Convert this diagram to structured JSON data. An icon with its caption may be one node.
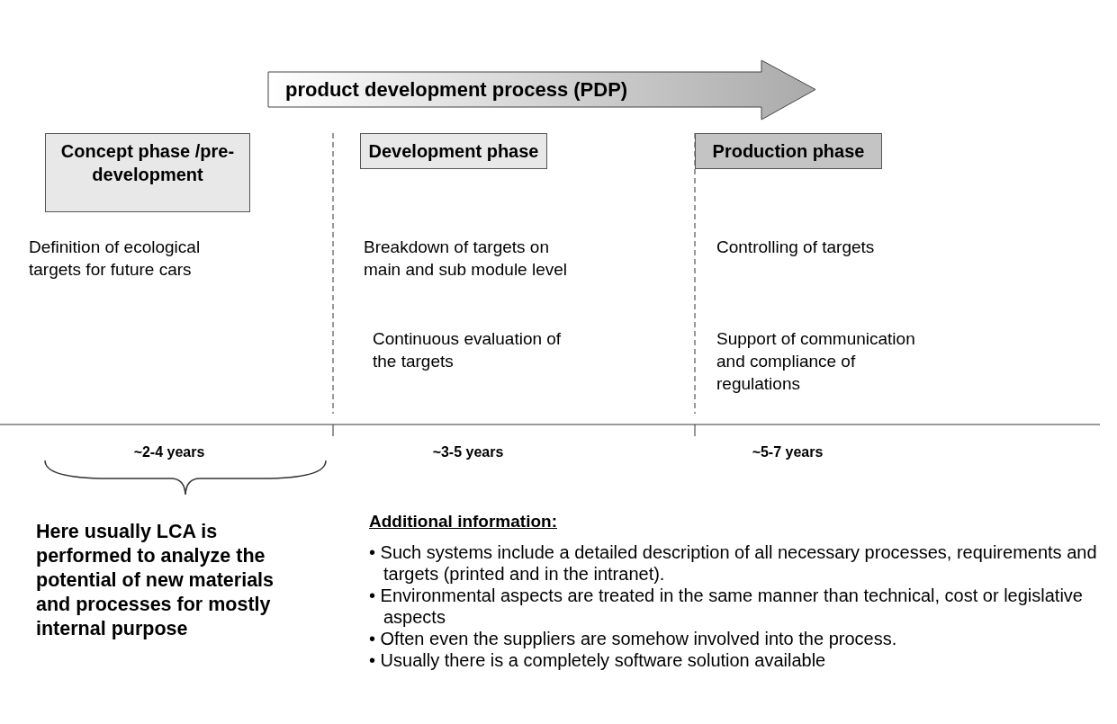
{
  "diagram": {
    "nodes": [
      {
        "text": [
          "product development process (PDP)"
        ]
      },
      {
        "text": [
          "Concept phase /pre-development"
        ]
      },
      {
        "text": [
          "Development phase"
        ]
      },
      {
        "text": [
          "Production phase"
        ]
      }
    ],
    "labels": [
      "Definition of ecological targets for future cars",
      "Breakdown of targets on main and sub module level",
      "Controlling of targets",
      "Continuous evaluation of the targets",
      "Support of communication and compliance of regulations",
      "~2-4 years",
      "~3-5 years",
      "~5-7 years",
      "Here usually LCA is performed to analyze the potential of new materials and processes for mostly internal purpose",
      "Additional information:",
      "• Such systems include a detailed description of all necessary processes, requirements and targets (printed and in the intranet).",
      "• Environmental aspects are treated in the same manner than technical, cost or legislative aspects",
      "• Often even the suppliers are somehow involved into the process.",
      "• Usually there is a completely software solution available"
    ]
  }
}
